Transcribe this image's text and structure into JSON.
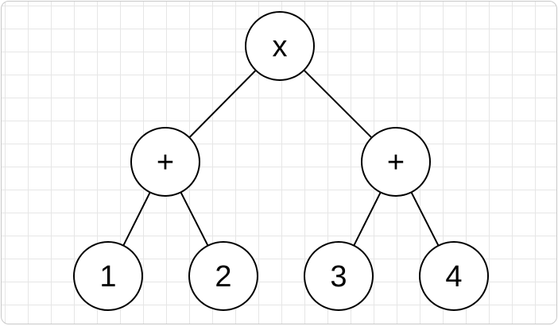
{
  "diagram": {
    "type": "binary-expression-tree",
    "nodes": [
      {
        "id": "root",
        "label": "x"
      },
      {
        "id": "plus-left",
        "label": "+"
      },
      {
        "id": "plus-right",
        "label": "+"
      },
      {
        "id": "leaf-1",
        "label": "1"
      },
      {
        "id": "leaf-2",
        "label": "2"
      },
      {
        "id": "leaf-3",
        "label": "3"
      },
      {
        "id": "leaf-4",
        "label": "4"
      }
    ],
    "edges": [
      {
        "from": "root",
        "to": "plus-left"
      },
      {
        "from": "root",
        "to": "plus-right"
      },
      {
        "from": "plus-left",
        "to": "leaf-1"
      },
      {
        "from": "plus-left",
        "to": "leaf-2"
      },
      {
        "from": "plus-right",
        "to": "leaf-3"
      },
      {
        "from": "plus-right",
        "to": "leaf-4"
      }
    ]
  }
}
